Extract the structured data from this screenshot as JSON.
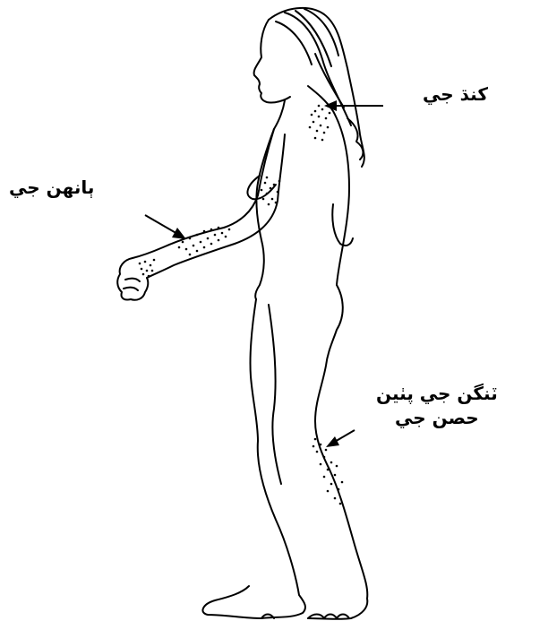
{
  "labels": {
    "neck": "كنڌ جي",
    "arm": "ٻانهن جي",
    "legs_line1": "ٽنگن جي پٺين",
    "legs_line2": "حصن جي"
  },
  "colors": {
    "ink": "#000000",
    "background": "#ffffff"
  }
}
